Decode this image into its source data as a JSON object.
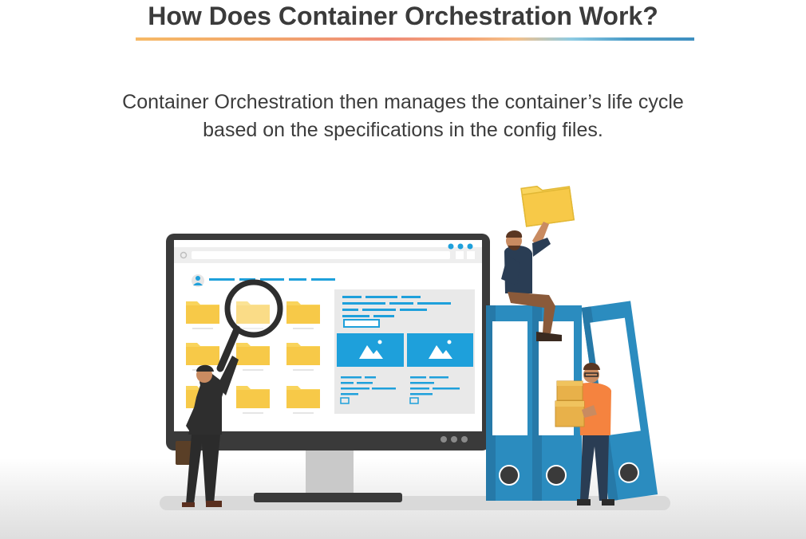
{
  "slide": {
    "title": "How Does Container Orchestration Work?",
    "body_line1": "Container Orchestration then manages the container’s life cycle",
    "body_line2": "based on the specifications in the config files."
  },
  "colors": {
    "title_text": "#3b3b3b",
    "body_text": "#3c3c3c",
    "folder_yellow": "#f9d45c",
    "binder_blue": "#2b8cbf",
    "monitor_dark": "#3a3a3a",
    "accent_blue": "#1ea0db"
  },
  "illustration": {
    "icons": [
      "folder-icon",
      "image-placeholder-icon",
      "user-icon",
      "magnifier-icon",
      "binder-icon",
      "box-icon"
    ]
  }
}
